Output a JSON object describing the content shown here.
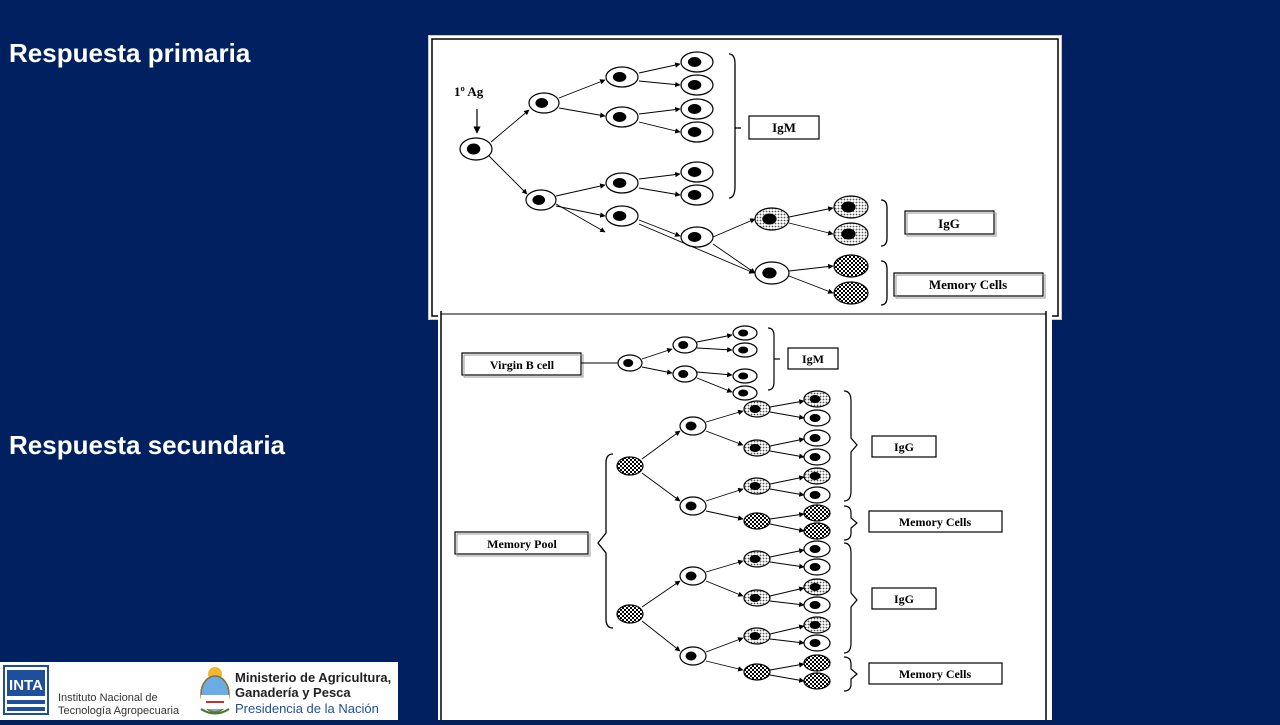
{
  "slide": {
    "title_primary": "Respuesta primaria",
    "title_secondary": "Respuesta secundaria"
  },
  "diagram_primary": {
    "antigen_label": "1º Ag",
    "labels": {
      "igm": "IgM",
      "igg": "IgG",
      "memory": "Memory Cells"
    }
  },
  "diagram_secondary": {
    "labels": {
      "virgin": "Virgin B cell",
      "igm": "IgM",
      "pool": "Memory Pool",
      "igg_1": "IgG",
      "memory_1": "Memory Cells",
      "igg_2": "IgG",
      "memory_2": "Memory Cells"
    }
  },
  "footer": {
    "inta_logo_text": "INTA",
    "inta_name_line1": "Instituto Nacional de",
    "inta_name_line2": "Tecnología Agropecuaria",
    "ministry_line1": "Ministerio de Agricultura,",
    "ministry_line2": "Ganadería y Pesca",
    "ministry_line3": "Presidencia de la Nación"
  },
  "colors": {
    "background": "#012060",
    "heading_text": "#ffffff",
    "inta_blue": "#1d4f9c"
  }
}
